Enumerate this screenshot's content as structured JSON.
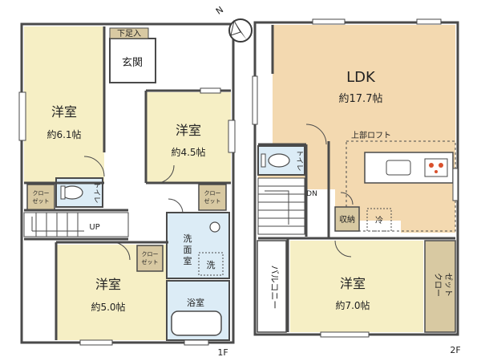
{
  "floor_1": {
    "label": "1F",
    "rooms": {
      "western_nw": {
        "name": "洋室",
        "size": "約6.1帖"
      },
      "western_ne": {
        "name": "洋室",
        "size": "約4.5帖"
      },
      "western_sw": {
        "name": "洋室",
        "size": "約5.0帖"
      },
      "entrance": "玄関",
      "shoe_box": "下足入",
      "toilet": "トイレ",
      "closet_1": [
        "クロー",
        "ゼット"
      ],
      "closet_2": [
        "クロー",
        "ゼット"
      ],
      "closet_3": [
        "クロー",
        "ゼット"
      ],
      "washroom": [
        "洗",
        "面",
        "室"
      ],
      "washer": "洗",
      "bathroom": "浴室",
      "stairs_up": "UP"
    }
  },
  "floor_2": {
    "label": "2F",
    "rooms": {
      "ldk": {
        "name": "LDK",
        "size": "約17.7帖"
      },
      "loft": "上部ロフト",
      "western": {
        "name": "洋室",
        "size": "約7.0帖"
      },
      "toilet": "トイレ",
      "storage": "収納",
      "fridge": "冷",
      "closet": [
        "クロー",
        "ゼット"
      ],
      "balcony": "バルコニー",
      "stairs_down": "DN"
    }
  },
  "compass": {
    "north_label": "N"
  },
  "colors": {
    "room_fill": "#f6efc5",
    "ldk_fill": "#f3d9b0",
    "wet_fill": "#dcecf6",
    "closet_fill": "#d8c9a2",
    "wall": "#4a4a4a"
  }
}
